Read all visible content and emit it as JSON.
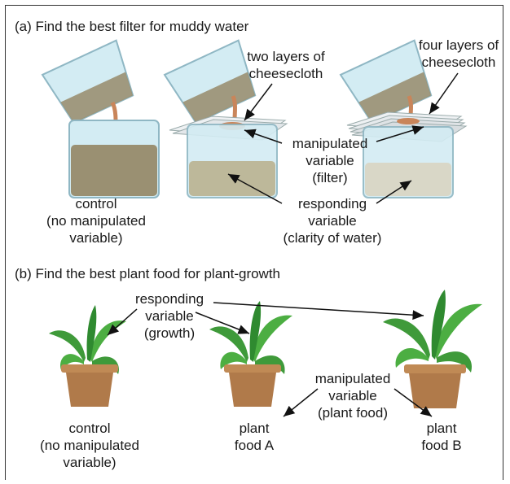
{
  "section_a": {
    "title": "(a) Find the best filter for muddy water",
    "labels": {
      "two_layers": [
        "two layers of",
        "cheesecloth"
      ],
      "four_layers": [
        "four layers of",
        "cheesecloth"
      ],
      "manipulated": [
        "manipulated",
        "variable",
        "(filter)"
      ],
      "responding": [
        "responding",
        "variable",
        "(clarity of water)"
      ],
      "control": [
        "control",
        "(no manipulated",
        "variable)"
      ]
    }
  },
  "section_b": {
    "title": "(b) Find the best plant food for plant-growth",
    "labels": {
      "responding": [
        "responding",
        "variable",
        "(growth)"
      ],
      "manipulated": [
        "manipulated",
        "variable",
        "(plant food)"
      ],
      "control": [
        "control",
        "(no manipulated",
        "variable)"
      ],
      "food_a": [
        "plant",
        "food A"
      ],
      "food_b": [
        "plant",
        "food B"
      ]
    }
  },
  "colors": {
    "beaker_glass": "#bfe0ea",
    "muddy_water": "#9a9072",
    "pot": "#b07a4a",
    "leaf": "#3f9a3a"
  }
}
